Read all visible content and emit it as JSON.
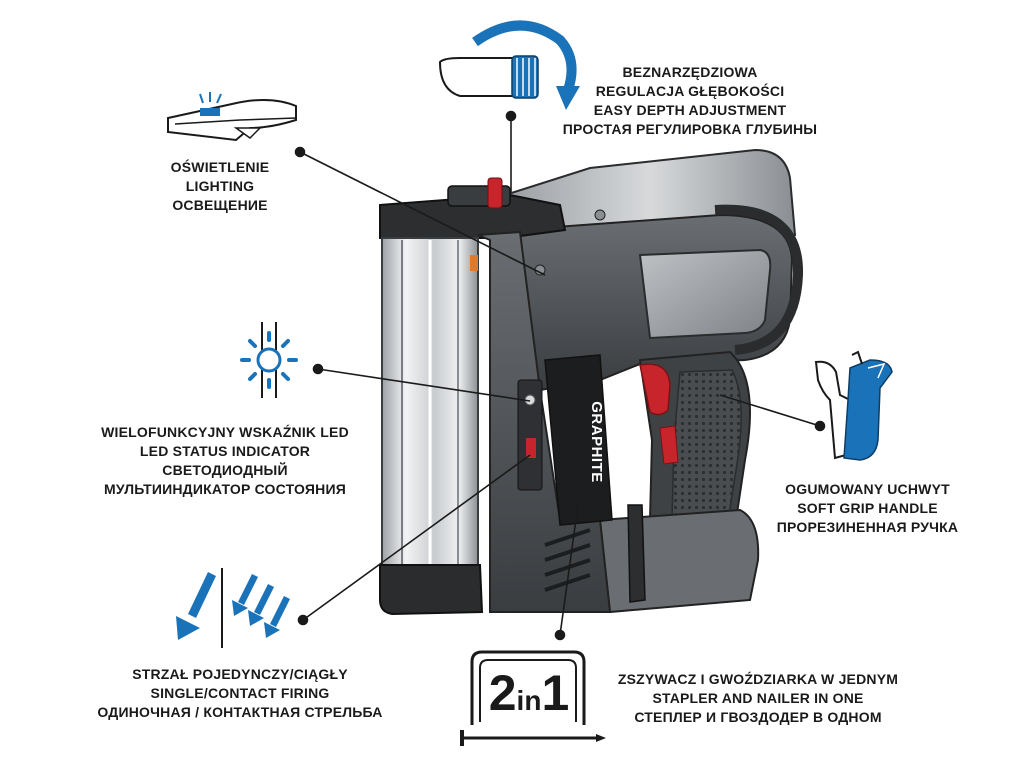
{
  "colors": {
    "accent_blue": "#1a73b8",
    "body_dark": "#3a3d40",
    "body_mid": "#5c6064",
    "body_light": "#8a8e92",
    "trigger_red": "#c8242b",
    "magazine_silver": "#d8dadc",
    "text": "#1a1a1a"
  },
  "brand": {
    "logo_text": "GRAPHITE"
  },
  "callouts": {
    "depth": {
      "icon": "depth-adjust-wheel-icon",
      "line1": "BEZNARZĘDZIOWA",
      "line2": "REGULACJA GŁĘBOKOŚCI",
      "line3": "EASY DEPTH ADJUSTMENT",
      "line4": "ПРОСТАЯ РЕГУЛИРОВКА ГЛУБИНЫ"
    },
    "lighting": {
      "icon": "led-light-icon",
      "line1": "OŚWIETLENIE",
      "line2": "LIGHTING",
      "line3": "ОСВЕЩЕНИЕ"
    },
    "led_indicator": {
      "icon": "sun-indicator-icon",
      "line1": "WIELOFUNKCYJNY WSKAŹNIK LED",
      "line2": "LED STATUS INDICATOR",
      "line3": "СВЕТОДИОДНЫЙ",
      "line4": "МУЛЬТИИНДИКАТОР СОСТОЯНИЯ"
    },
    "grip": {
      "icon": "hand-grip-icon",
      "line1": "OGUMOWANY UCHWYT",
      "line2": "SOFT GRIP HANDLE",
      "line3": "ПРОРЕЗИНЕННАЯ РУЧКА"
    },
    "firing": {
      "icon": "firing-arrows-icon",
      "line1": "STRZAŁ POJEDYNCZY/CIĄGŁY",
      "line2": "SINGLE/CONTACT FIRING",
      "line3": "ОДИНОЧНАЯ / КОНТАКТНАЯ СТРЕЛЬБА"
    },
    "two_in_one": {
      "icon": "two-in-one-badge-icon",
      "badge_big": "2",
      "badge_small": "in",
      "badge_big2": "1",
      "line1": "ZSZYWACZ I GWOŹDZIARKA W JEDNYM",
      "line2": "STAPLER AND NAILER IN ONE",
      "line3": "СТЕПЛЕР И ГВОЗДОДЕР В ОДНОМ"
    }
  }
}
